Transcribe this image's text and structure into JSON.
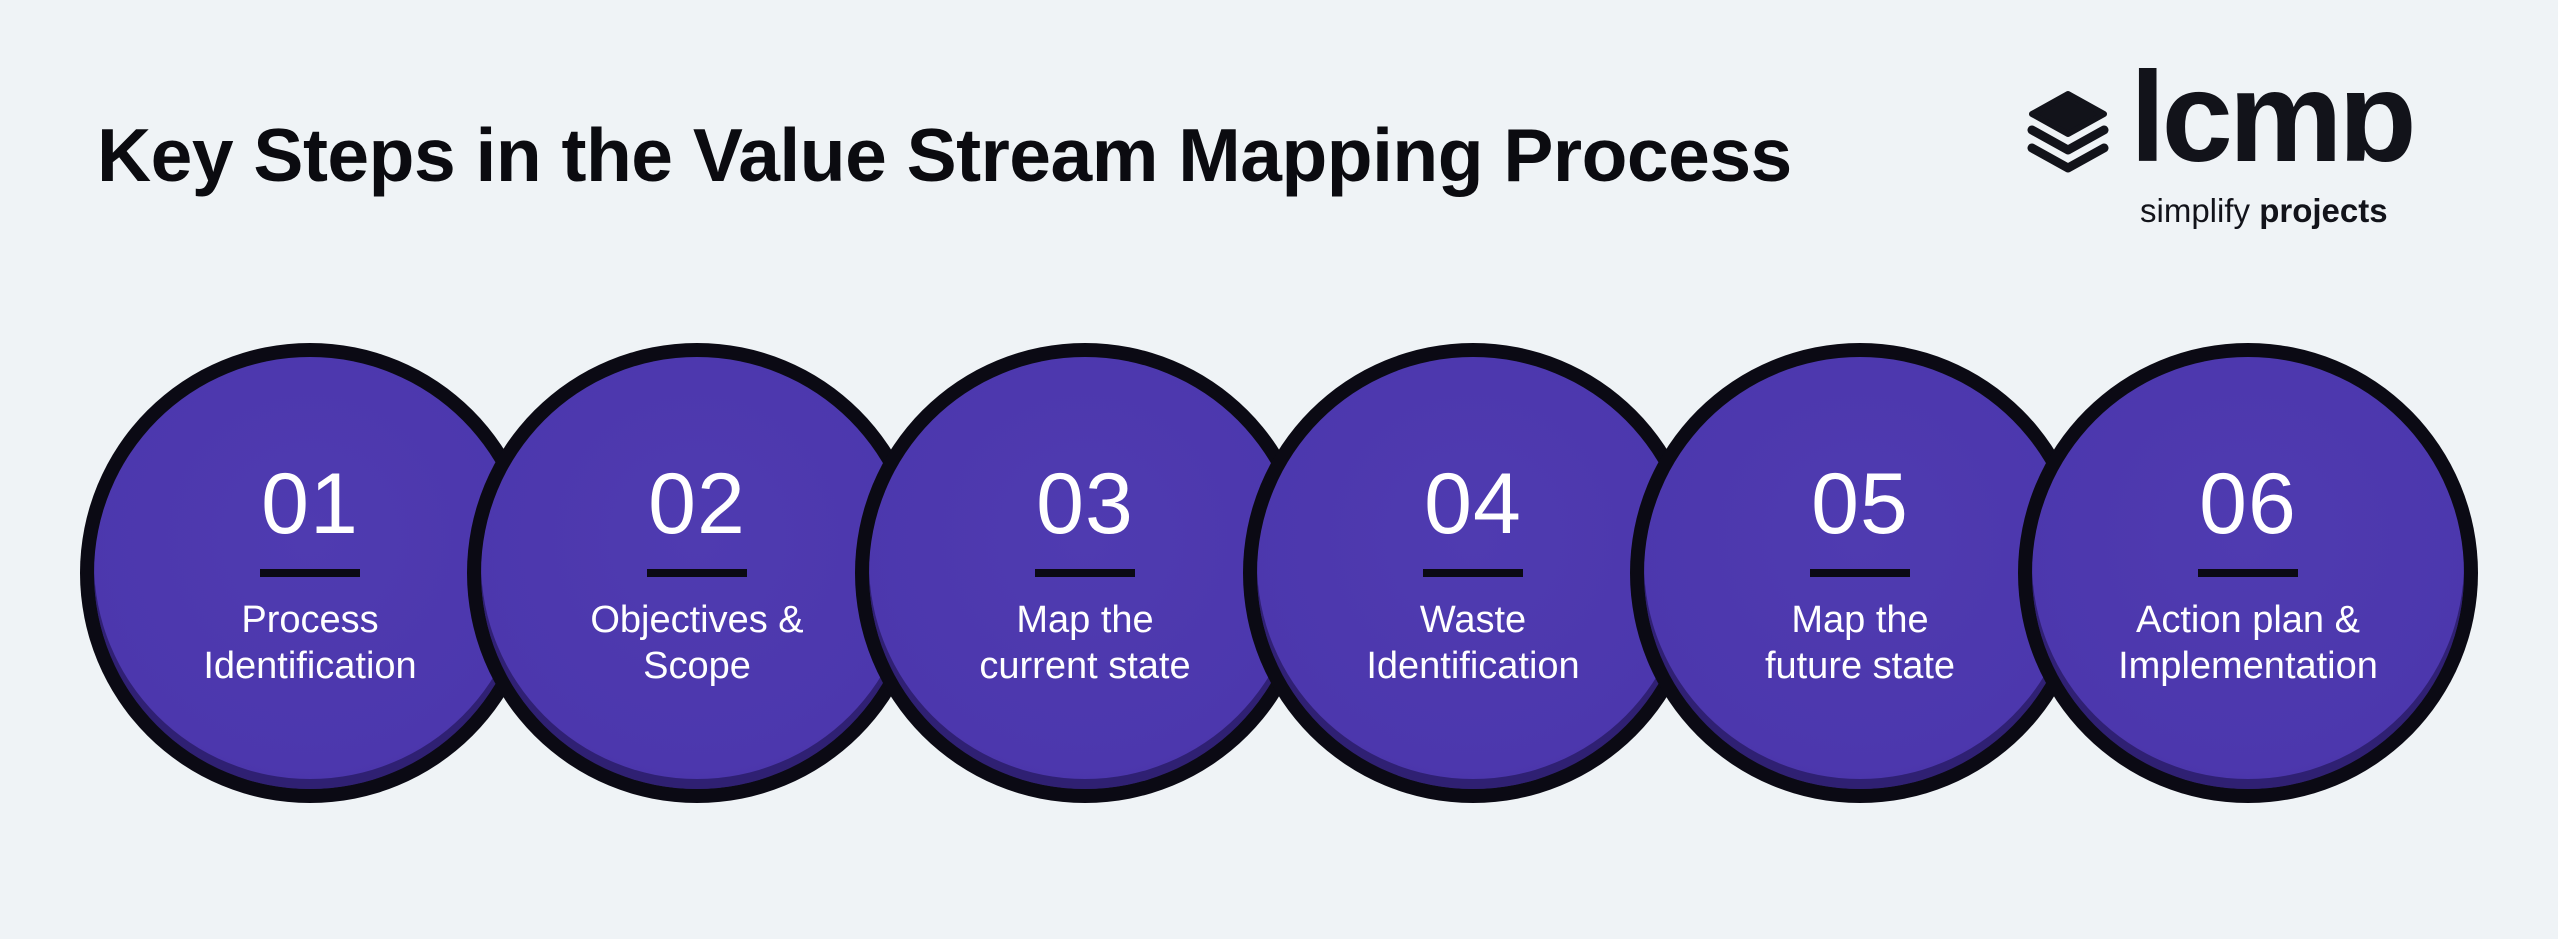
{
  "header": {
    "title": "Key Steps in the Value Stream Mapping Process"
  },
  "logo": {
    "wordmark": "lcmɒ",
    "tagline_light": "simplify",
    "tagline_bold": "projects",
    "icon": "stacked-layers-icon"
  },
  "colors": {
    "background": "#eff3f6",
    "circle_fill": "#4c37ad",
    "circle_border": "#0b0a14",
    "text_dark": "#0b0b10",
    "text_light": "#ffffff"
  },
  "steps": [
    {
      "number": "01",
      "line1": "Process",
      "line2": "Identification"
    },
    {
      "number": "02",
      "line1": "Objectives &",
      "line2": "Scope"
    },
    {
      "number": "03",
      "line1": "Map the",
      "line2": "current state"
    },
    {
      "number": "04",
      "line1": "Waste",
      "line2": "Identification"
    },
    {
      "number": "05",
      "line1": "Map the",
      "line2": "future state"
    },
    {
      "number": "06",
      "line1": "Action plan &",
      "line2": "Implementation"
    }
  ]
}
